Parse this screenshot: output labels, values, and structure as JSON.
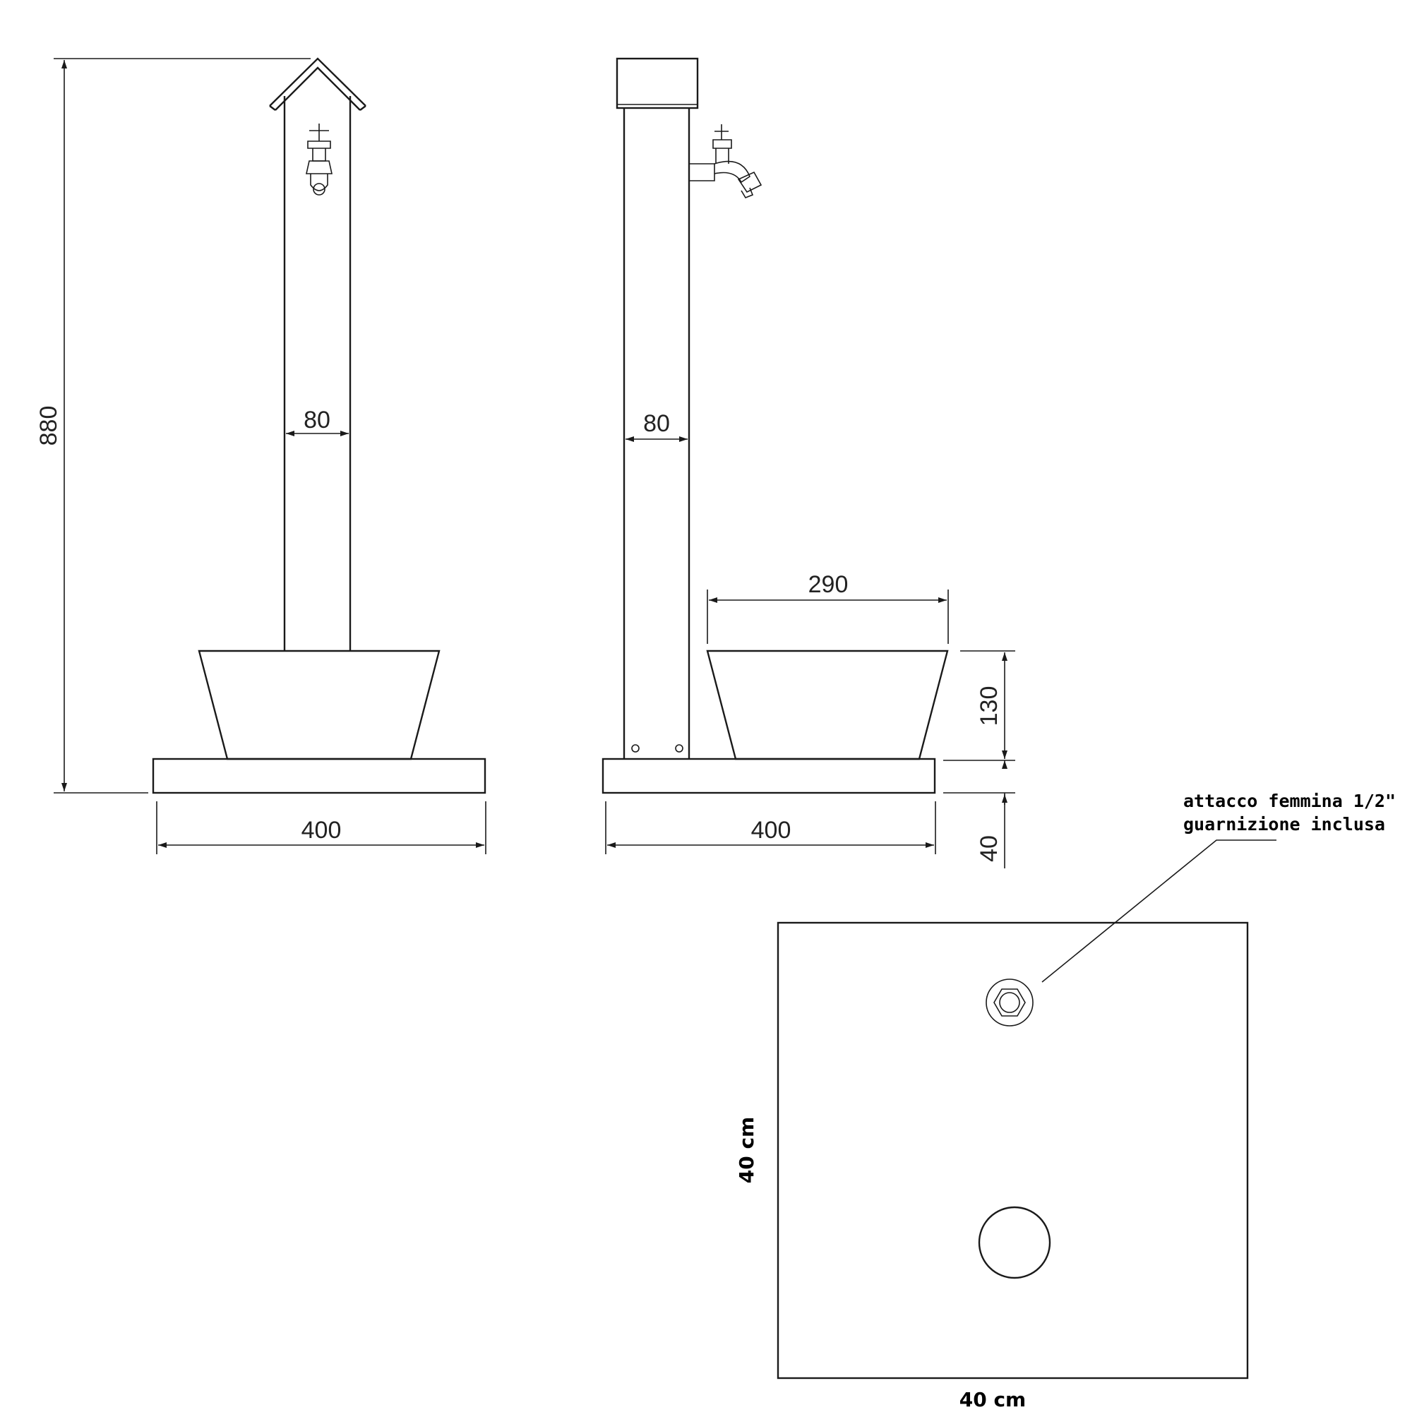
{
  "front_view": {
    "height_dim": "880",
    "column_width_dim": "80",
    "base_width_dim": "400"
  },
  "side_view": {
    "column_width_dim": "80",
    "basin_width_dim": "290",
    "basin_height_dim": "130",
    "base_height_dim": "40",
    "base_width_dim": "400"
  },
  "plan_view": {
    "connection_note_line1": "attacco femmina 1/2\"",
    "connection_note_line2": "guarnizione inclusa",
    "side_label": "40 cm",
    "bottom_label": "40 cm"
  }
}
